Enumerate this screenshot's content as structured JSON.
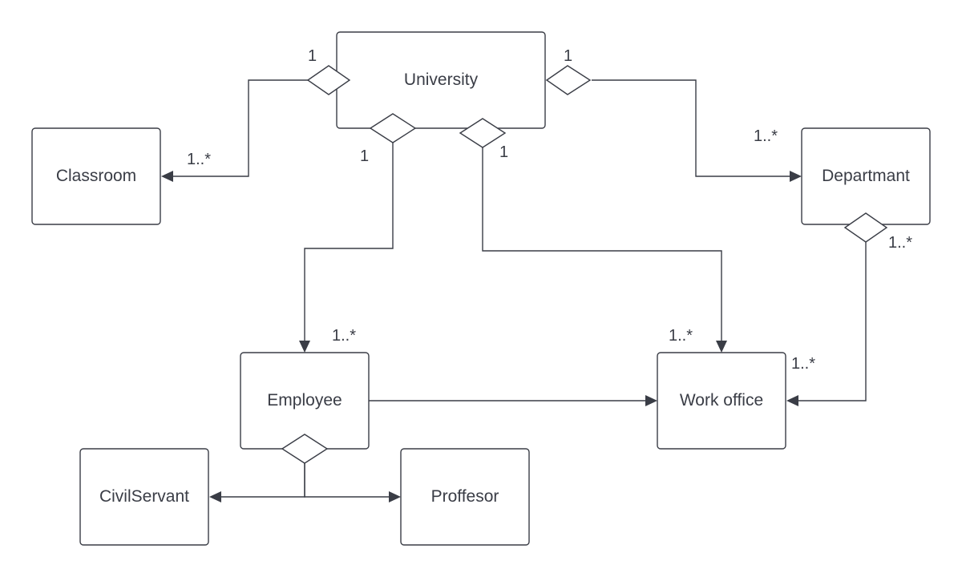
{
  "nodes": {
    "university": "University",
    "classroom": "Classroom",
    "department": "Departmant",
    "employee": "Employee",
    "work_office": "Work office",
    "civil_servant": "CivilServant",
    "professor": "Proffesor"
  },
  "multiplicities": {
    "university_classroom_source": "1",
    "university_classroom_target": "1..*",
    "university_department_source": "1",
    "university_department_target": "1..*",
    "university_employee_source": "1",
    "university_employee_target": "1..*",
    "university_workoffice_source": "1",
    "university_workoffice_target": "1..*",
    "department_workoffice_source": "1..*",
    "department_workoffice_target": "1..*"
  }
}
